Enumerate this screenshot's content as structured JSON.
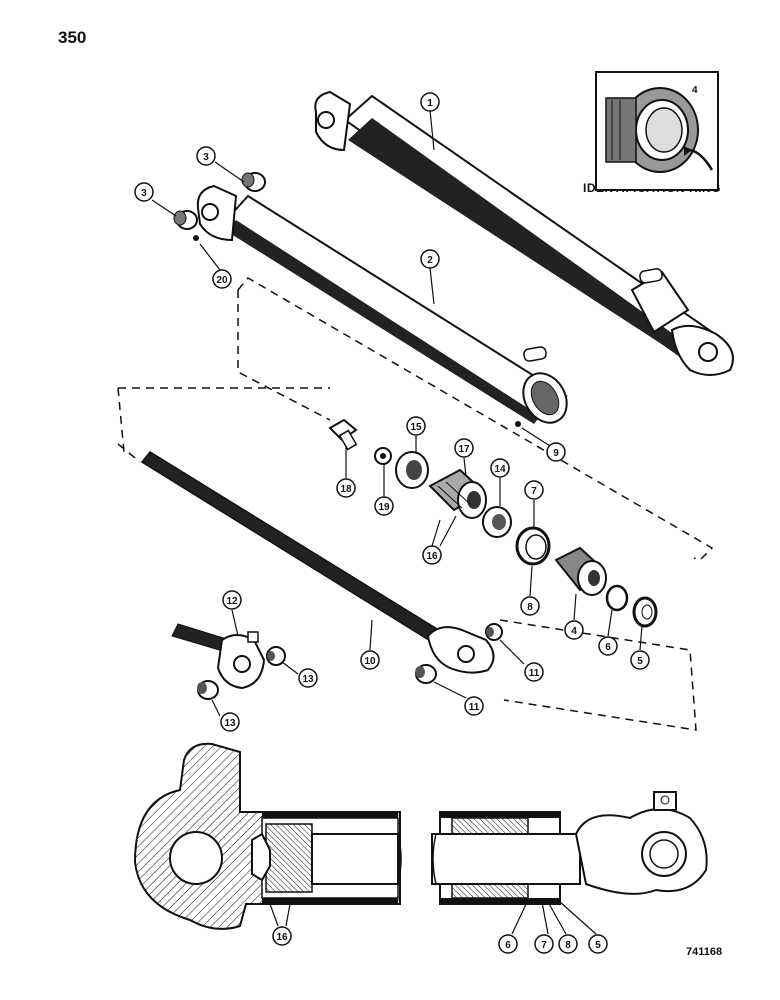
{
  "page": {
    "number": "350",
    "document_id": "741168"
  },
  "inset": {
    "caption": "IDENTIFICATION RING",
    "pointer_label": "4"
  },
  "callouts": {
    "c1": "1",
    "c2": "2",
    "c3a": "3",
    "c3b": "3",
    "c20": "20",
    "c9": "9",
    "c18": "18",
    "c19": "19",
    "c15": "15",
    "c17": "17",
    "c14": "14",
    "c16a": "16",
    "c7a": "7",
    "c8a": "8",
    "c4": "4",
    "c6a": "6",
    "c5a": "5",
    "c12": "12",
    "c13a": "13",
    "c13b": "13",
    "c10": "10",
    "c11a": "11",
    "c11b": "11",
    "c16b": "16",
    "c6b": "6",
    "c7b": "7",
    "c8b": "8",
    "c5b": "5"
  },
  "colors": {
    "ink": "#111111",
    "paper": "#ffffff",
    "shade": "#555555"
  }
}
